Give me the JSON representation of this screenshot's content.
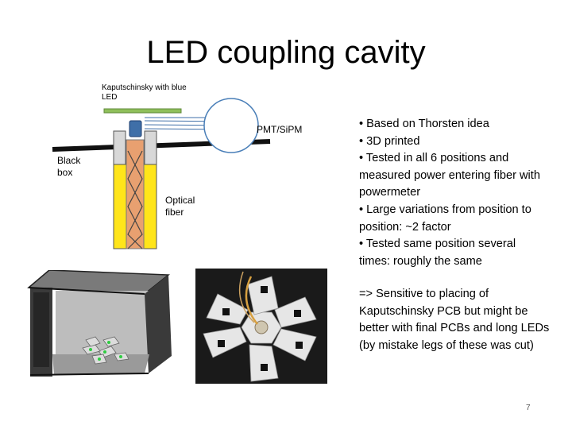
{
  "slide": {
    "title": "LED coupling cavity",
    "page_number": "7"
  },
  "diagram": {
    "led_label": "Kaputschinsky with blue LED",
    "box_label": "Black box",
    "fiber_label": "Optical fiber",
    "detector_label": "PMT/SiPM"
  },
  "bullets": [
    "• Based on Thorsten idea",
    "• 3D printed",
    "• Tested in all 6 positions and measured power entering fiber with powermeter",
    "• Large variations from position to position: ~2 factor",
    "• Tested same position several times: roughly the same"
  ],
  "conclusion": "=> Sensitive to placing of Kaputschinsky PCB but might be better with final PCBs and long LEDs (by mistake legs of these was cut)",
  "colors": {
    "led_bar": "#8fbf5a",
    "led_blue": "#3f6fa8",
    "yellow_block": "#ffe51a",
    "fiber": "#e8a070",
    "detector_circle": "#4a7fb8"
  }
}
